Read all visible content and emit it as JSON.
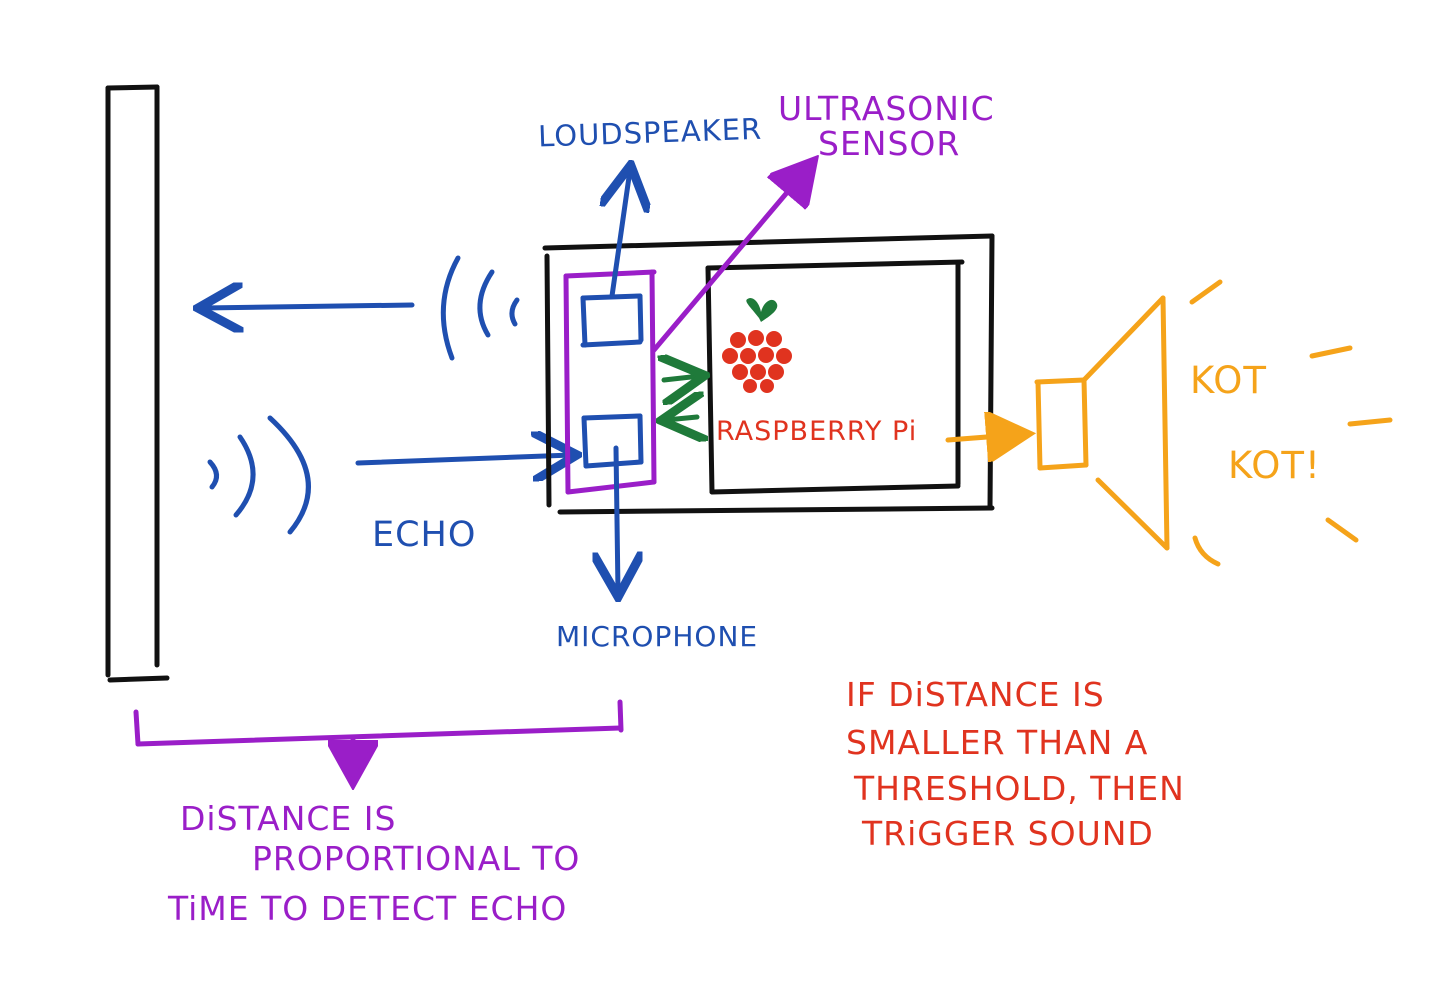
{
  "colors": {
    "black": "#111111",
    "blue": "#1f4fb0",
    "purple": "#9a1ec8",
    "green": "#1f7a3a",
    "red": "#e0331f",
    "orange": "#f5a31a"
  },
  "labels": {
    "loudspeaker": "LOUDSPEAKER",
    "ultrasonic_line1": "ULTRASONIC",
    "ultrasonic_line2": "SENSOR",
    "echo": "ECHO",
    "microphone": "MICROPHONE",
    "raspberry_pi": "RASPBERRY Pi",
    "kot1": "KOT",
    "kot2": "KOT!",
    "distance_note": [
      "DiSTANCE IS",
      "PROPORTIONAL TO",
      "TiME TO DETECT ECHO"
    ],
    "trigger_note": [
      "IF DiSTANCE IS",
      "SMALLER THAN A",
      "THRESHOLD, THEN",
      "TRiGGER SOUND"
    ]
  }
}
